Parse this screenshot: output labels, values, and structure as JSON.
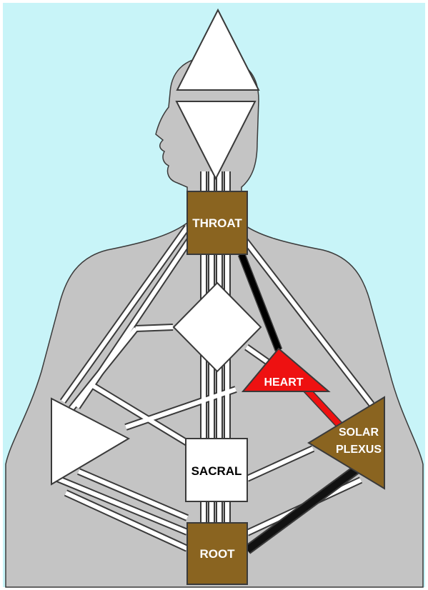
{
  "colors": {
    "background": "#c8f4f8",
    "silhouette": "#c4c4c4",
    "outline": "#3a3a3a",
    "undefined_center": "#ffffff",
    "brown_center": "#8a6420",
    "heart_center": "#ee1111",
    "channel_black": "#000000",
    "channel_red": "#ee1111"
  },
  "centers": {
    "head": {
      "label": "",
      "state": "undefined",
      "icon": "triangle-up-icon"
    },
    "ajna": {
      "label": "",
      "state": "undefined",
      "icon": "triangle-down-icon"
    },
    "throat": {
      "label": "THROAT",
      "state": "defined",
      "icon": "square-icon"
    },
    "g_center": {
      "label": "",
      "state": "undefined",
      "icon": "diamond-icon"
    },
    "heart": {
      "label": "HEART",
      "state": "defined",
      "icon": "triangle-up-icon"
    },
    "spleen": {
      "label": "",
      "state": "undefined",
      "icon": "triangle-right-icon"
    },
    "sacral": {
      "label": "SACRAL",
      "state": "undefined",
      "icon": "square-icon"
    },
    "solar_plexus": {
      "label_line1": "SOLAR",
      "label_line2": "PLEXUS",
      "state": "defined",
      "icon": "triangle-left-icon"
    },
    "root": {
      "label": "ROOT",
      "state": "defined",
      "icon": "square-icon"
    }
  },
  "active_channels": [
    {
      "from": "throat",
      "to": "heart",
      "color": "black"
    },
    {
      "from": "heart",
      "to": "solar_plexus",
      "color": "red"
    },
    {
      "from": "solar_plexus",
      "to": "root",
      "color": "black"
    }
  ]
}
